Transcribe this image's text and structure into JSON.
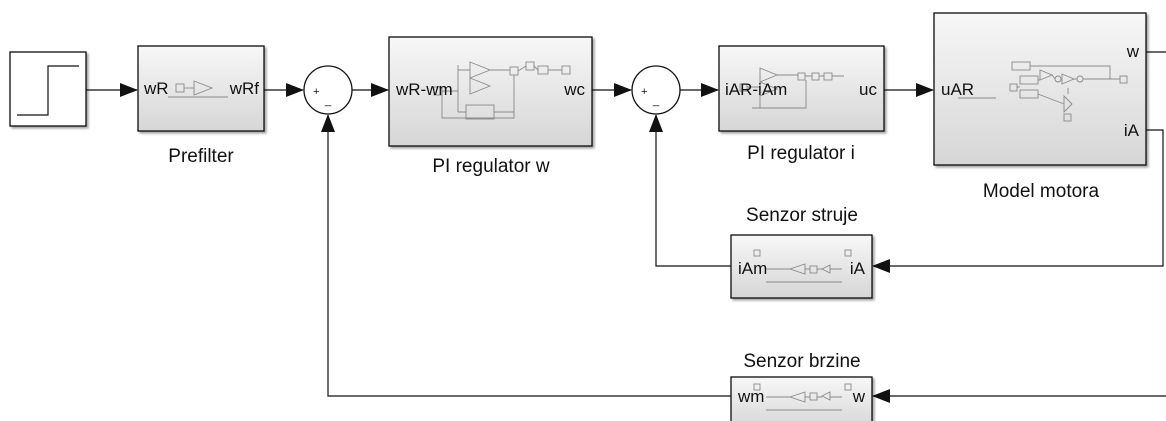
{
  "blocks": {
    "prefilter": {
      "caption": "Prefilter",
      "in_port": "wR",
      "out_port": "wRf"
    },
    "pi_w": {
      "caption": "PI regulator w",
      "in_port": "wR-wm",
      "out_port": "wc"
    },
    "pi_i": {
      "caption": "PI regulator i",
      "in_port": "iAR-iAm",
      "out_port": "uc"
    },
    "motor": {
      "caption": "Model motora",
      "in_port": "uAR",
      "out_port_w": "w",
      "out_port_ia": "iA"
    },
    "senzor_struje": {
      "caption": "Senzor struje",
      "in_port": "iA",
      "out_port": "iAm"
    },
    "senzor_brzine": {
      "caption": "Senzor brzine",
      "in_port": "w",
      "out_port": "wm"
    }
  },
  "sum_blocks": {
    "sum1": {
      "plus": "+",
      "minus": "_"
    },
    "sum2": {
      "plus": "+",
      "minus": "_"
    }
  },
  "colors": {
    "block_fill_top": "#f6f6f6",
    "block_fill_bottom": "#d9d9d9",
    "wire": "#111111"
  }
}
